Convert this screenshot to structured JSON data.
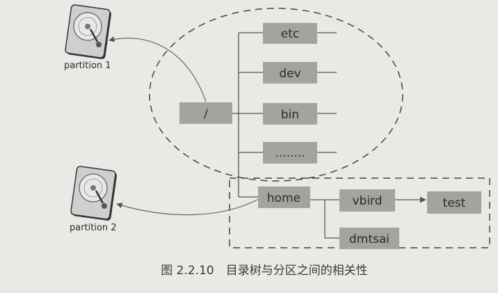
{
  "diagram": {
    "root_label": "/",
    "directories": {
      "etc": "etc",
      "dev": "dev",
      "bin": "bin",
      "more": "........",
      "home": "home",
      "vbird": "vbird",
      "test": "test",
      "dmtsai": "dmtsai"
    },
    "partitions": {
      "p1": "partition 1",
      "p2": "partition 2"
    },
    "icons": [
      "hard-disk-icon",
      "hard-disk-icon"
    ],
    "colors": {
      "box": "#a3a3a0",
      "line": "#555555",
      "background": "#e9e9e6"
    }
  },
  "caption": "图 2.2.10　目录树与分区之间的相关性"
}
